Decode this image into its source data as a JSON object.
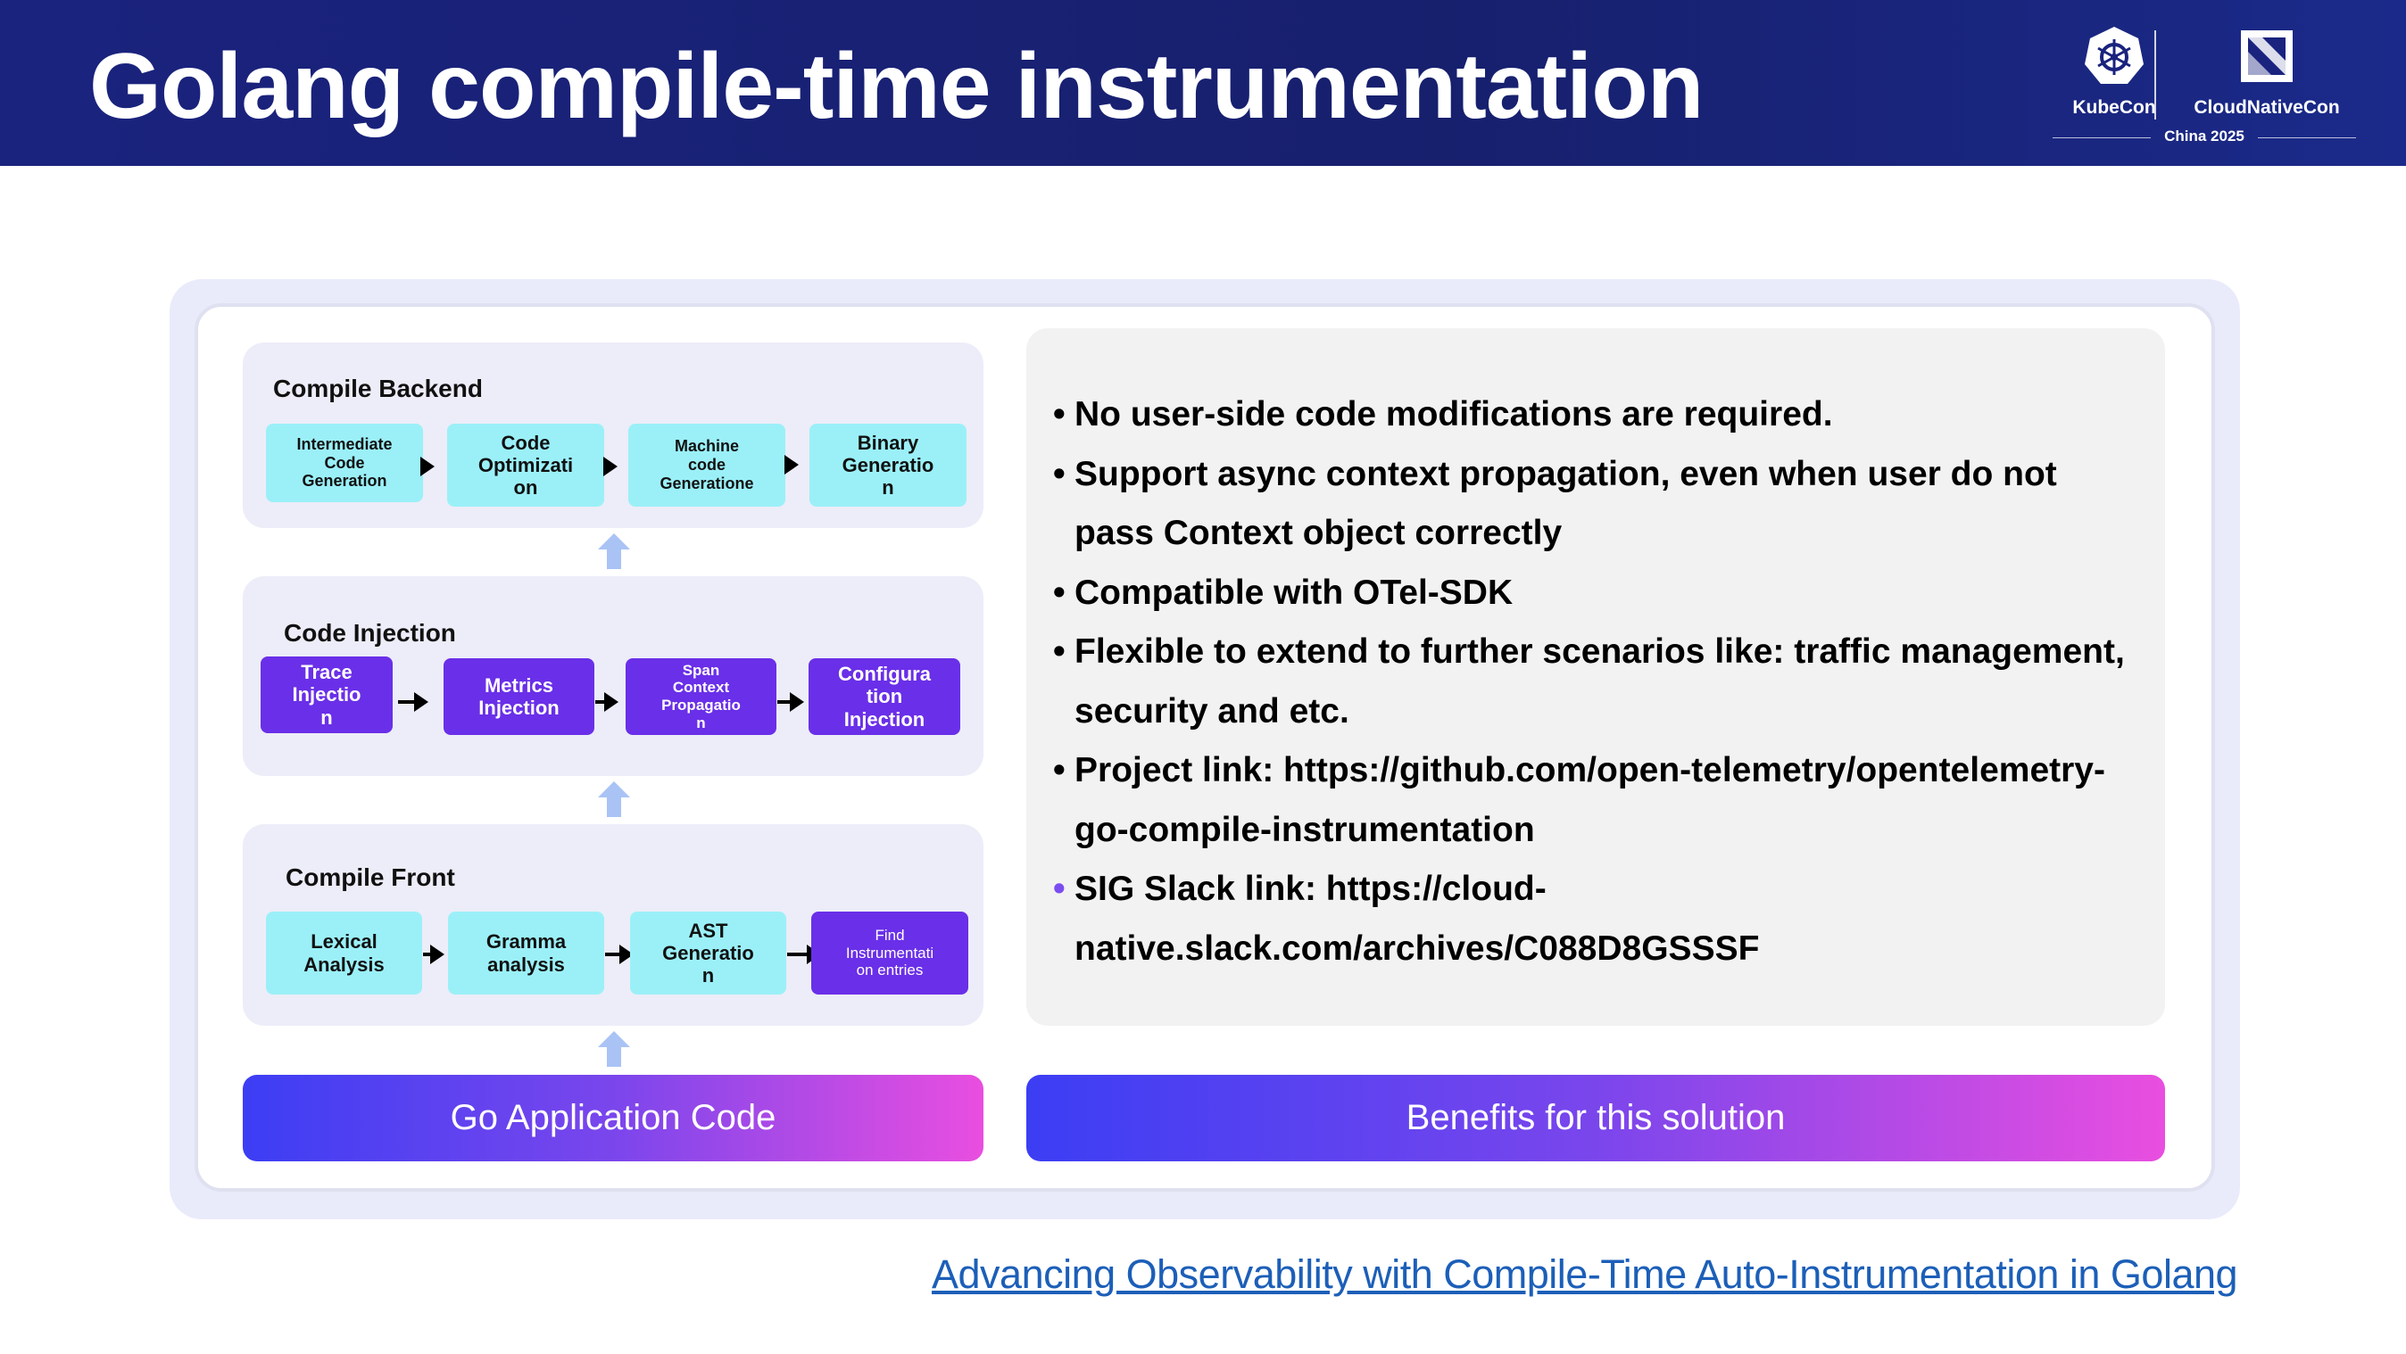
{
  "slide": {
    "title": "Golang compile-time instrumentation"
  },
  "logo": {
    "left_label": "KubeCon",
    "right_label": "CloudNativeCon",
    "event": "China 2025"
  },
  "diagram": {
    "stages": [
      {
        "title": "Compile Backend",
        "steps": [
          "Intermediate Code Generation",
          "Code Optimization",
          "Machine code Generatione",
          "Binary Generation"
        ],
        "step_text": [
          "Intermediate\nCode\nGeneration",
          "Code\nOptimizati\non",
          "Machine\ncode\nGeneratione",
          "Binary\nGeneratio\nn"
        ]
      },
      {
        "title": "Code Injection",
        "steps": [
          "Trace Injection",
          "Metrics Injection",
          "Span Context Propagation",
          "Configuration Injection"
        ],
        "step_text": [
          "Trace\nInjectio\nn",
          "Metrics\nInjection",
          "Span\nContext\nPropagatio\nn",
          "Configura\ntion\nInjection"
        ]
      },
      {
        "title": "Compile Front",
        "steps": [
          "Lexical Analysis",
          "Gramma analysis",
          "AST Generation",
          "Find Instrumentation entries"
        ],
        "step_text": [
          "Lexical\nAnalysis",
          "Gramma\nanalysis",
          "AST\nGeneratio\nn",
          "Find\nInstrumentati\non entries"
        ]
      }
    ],
    "source_label": "Go Application Code",
    "benefits_label": "Benefits for this solution",
    "colors": {
      "cyan_box": "#9bf0f8",
      "purple_box": "#6a2fe8",
      "stage_bg": "#ecedf8",
      "up_arrow": "#a9c3f5"
    }
  },
  "benefits": [
    "No user-side code modifications are required.",
    "Support async context propagation, even when user do not pass Context object correctly",
    "Compatible with OTel-SDK",
    "Flexible to extend to further scenarios like: traffic management, security and etc.",
    "Project link: https://github.com/open-telemetry/opentelemetry-go-compile-instrumentation",
    "SIG Slack link: https://cloud-native.slack.com/archives/C088D8GSSSF"
  ],
  "benefit_lines": [
    [
      "No user-side code modifications are required."
    ],
    [
      "Support async context propagation, even when user do not",
      "pass Context object correctly"
    ],
    [
      "Compatible with OTel-SDK"
    ],
    [
      "Flexible to extend to further scenarios like: traffic management,",
      "security and etc."
    ],
    [
      "Project link: https://github.com/open-telemetry/opentelemetry-",
      "go-compile-instrumentation"
    ],
    [
      "SIG Slack link: https://cloud-",
      "native.slack.com/archives/C088D8GSSSF"
    ]
  ],
  "footer": {
    "link_text": "Advancing Observability with Compile-Time Auto-Instrumentation in Golang"
  }
}
